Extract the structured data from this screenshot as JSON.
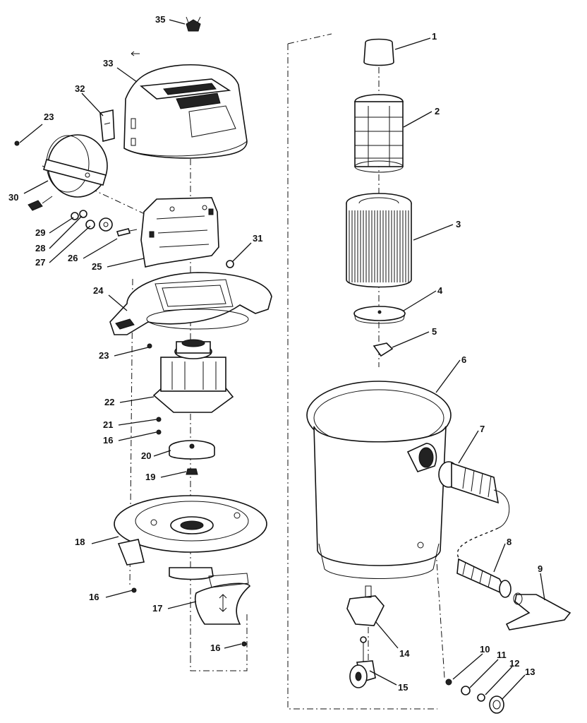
{
  "callouts": [
    {
      "id": "callout-1",
      "text": "1"
    },
    {
      "id": "callout-2",
      "text": "2"
    },
    {
      "id": "callout-3",
      "text": "3"
    },
    {
      "id": "callout-4",
      "text": "4"
    },
    {
      "id": "callout-5",
      "text": "5"
    },
    {
      "id": "callout-6",
      "text": "6"
    },
    {
      "id": "callout-7",
      "text": "7"
    },
    {
      "id": "callout-8",
      "text": "8"
    },
    {
      "id": "callout-9",
      "text": "9"
    },
    {
      "id": "callout-10",
      "text": "10"
    },
    {
      "id": "callout-11",
      "text": "11"
    },
    {
      "id": "callout-12",
      "text": "12"
    },
    {
      "id": "callout-13",
      "text": "13"
    },
    {
      "id": "callout-14",
      "text": "14"
    },
    {
      "id": "callout-15",
      "text": "15"
    },
    {
      "id": "callout-16a",
      "text": "16"
    },
    {
      "id": "callout-16b",
      "text": "16"
    },
    {
      "id": "callout-16c",
      "text": "16"
    },
    {
      "id": "callout-17",
      "text": "17"
    },
    {
      "id": "callout-18",
      "text": "18"
    },
    {
      "id": "callout-19",
      "text": "19"
    },
    {
      "id": "callout-20",
      "text": "20"
    },
    {
      "id": "callout-21",
      "text": "21"
    },
    {
      "id": "callout-22",
      "text": "22"
    },
    {
      "id": "callout-23a",
      "text": "23"
    },
    {
      "id": "callout-23b",
      "text": "23"
    },
    {
      "id": "callout-24",
      "text": "24"
    },
    {
      "id": "callout-25",
      "text": "25"
    },
    {
      "id": "callout-26",
      "text": "26"
    },
    {
      "id": "callout-27",
      "text": "27"
    },
    {
      "id": "callout-28",
      "text": "28"
    },
    {
      "id": "callout-29",
      "text": "29"
    },
    {
      "id": "callout-30",
      "text": "30"
    },
    {
      "id": "callout-31",
      "text": "31"
    },
    {
      "id": "callout-32",
      "text": "32"
    },
    {
      "id": "callout-33",
      "text": "33"
    },
    {
      "id": "callout-35",
      "text": "35"
    }
  ]
}
